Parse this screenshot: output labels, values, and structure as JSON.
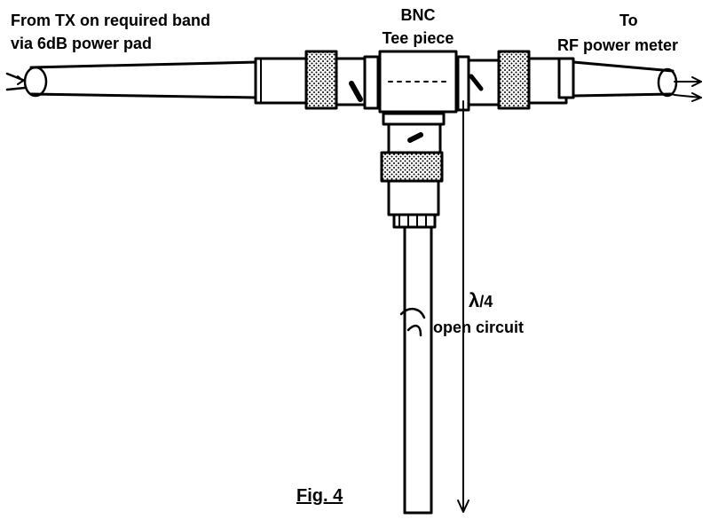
{
  "labels": {
    "source_line1": "From TX on required band",
    "source_line2": "via 6dB power pad",
    "tee_line1": "BNC",
    "tee_line2": "Tee piece",
    "dest_line1": "To",
    "dest_line2": "RF power meter",
    "length_symbol": "λ",
    "length_fraction": "/4",
    "stub_end": "open circuit",
    "figure": "Fig. 4"
  }
}
